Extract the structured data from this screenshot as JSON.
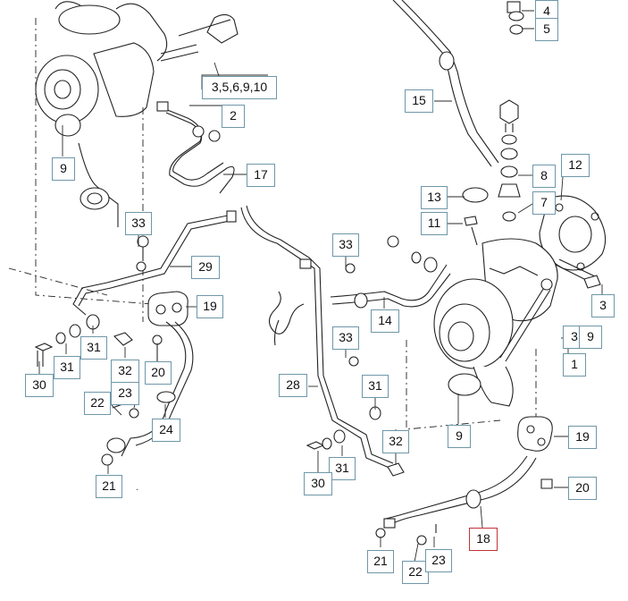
{
  "callouts": {
    "c4": "4",
    "c5": "5",
    "c3_5_6_9_10": "3,5,6,9,10",
    "c2": "2",
    "c9_left": "9",
    "c17": "17",
    "c15": "15",
    "c8": "8",
    "c12": "12",
    "c13": "13",
    "c7": "7",
    "c11": "11",
    "c33_a": "33",
    "c29": "29",
    "c19_left": "19",
    "c33_b": "33",
    "c14": "14",
    "c3_right": "3",
    "c3_9_a": "3",
    "c3_9_b": "9",
    "c1": "1",
    "c30_left": "30",
    "c31_left_a": "31",
    "c31_left_b": "31",
    "c32_left": "32",
    "c20_left": "20",
    "c33_c": "33",
    "c28": "28",
    "c31_mid": "31",
    "c9_right": "9",
    "c22_left": "22",
    "c23_left": "23",
    "c24": "24",
    "c19_right": "19",
    "c32_mid": "32",
    "c31_low": "31",
    "c30_low": "30",
    "c20_right": "20",
    "c21_left": "21",
    "c18": "18",
    "c21_right": "21",
    "c22_right": "22",
    "c23_right": "23"
  },
  "colors": {
    "callout_border": "#6f97a9",
    "highlight_border": "#c2333a",
    "line": "#222222"
  }
}
